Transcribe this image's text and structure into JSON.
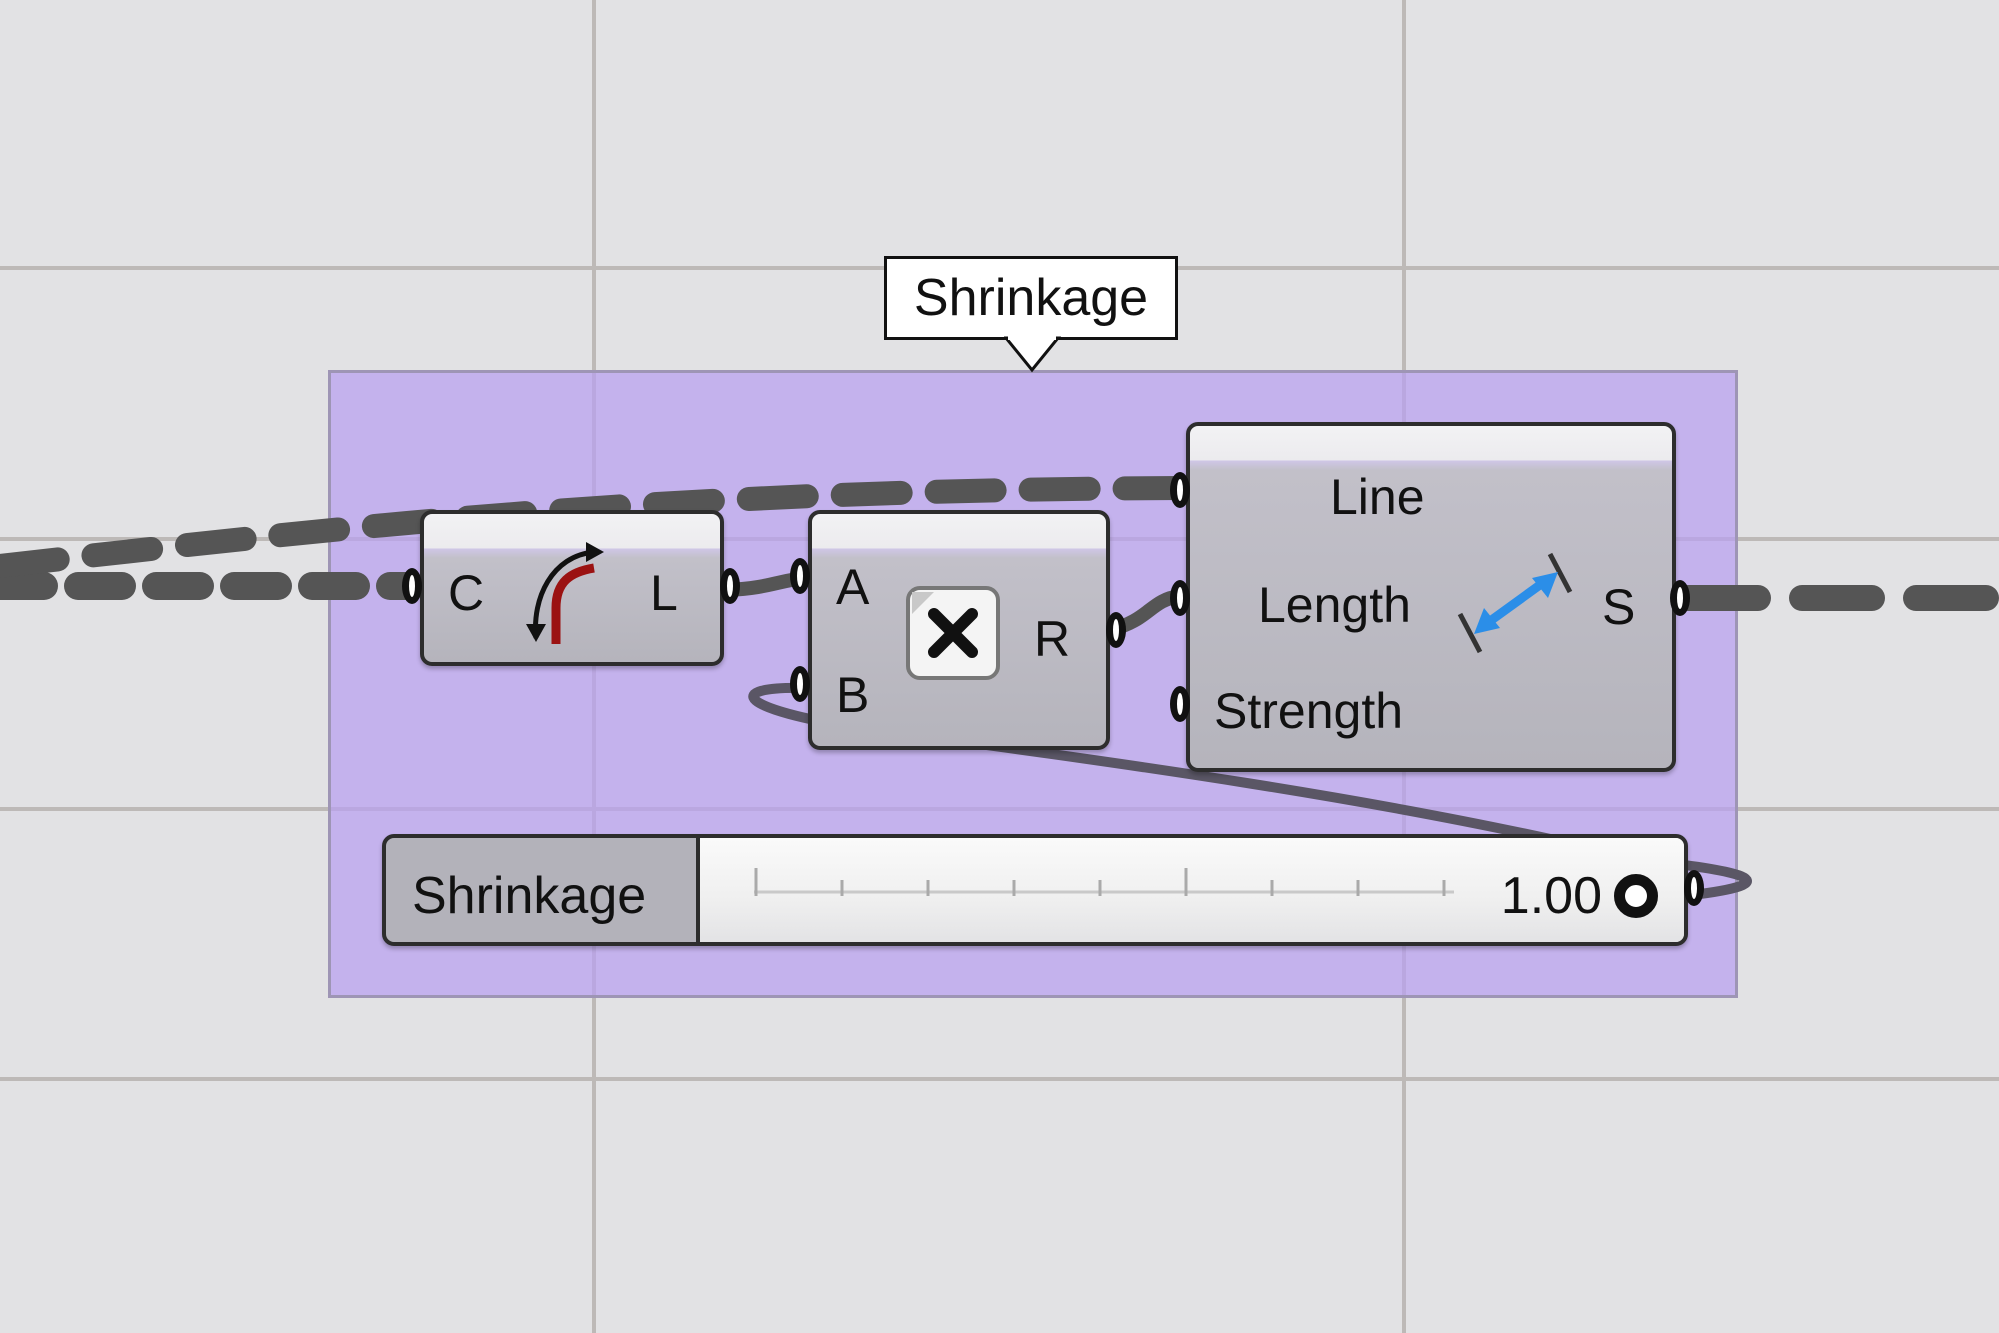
{
  "group": {
    "label": "Shrinkage",
    "color": "#b8a0f0"
  },
  "curve_to_line": {
    "input_label": "C",
    "output_label": "L",
    "icon": "curve-to-line-icon"
  },
  "multiplication": {
    "input_a_label": "A",
    "input_b_label": "B",
    "output_label": "R",
    "icon": "multiply-icon"
  },
  "length_goal": {
    "input_line_label": "Line",
    "input_length_label": "Length",
    "input_strength_label": "Strength",
    "output_label": "S",
    "icon": "length-arrow-icon",
    "icon_color": "#2b8ee8"
  },
  "slider": {
    "name": "Shrinkage",
    "value": "1.00",
    "value_fraction": 1.0
  }
}
